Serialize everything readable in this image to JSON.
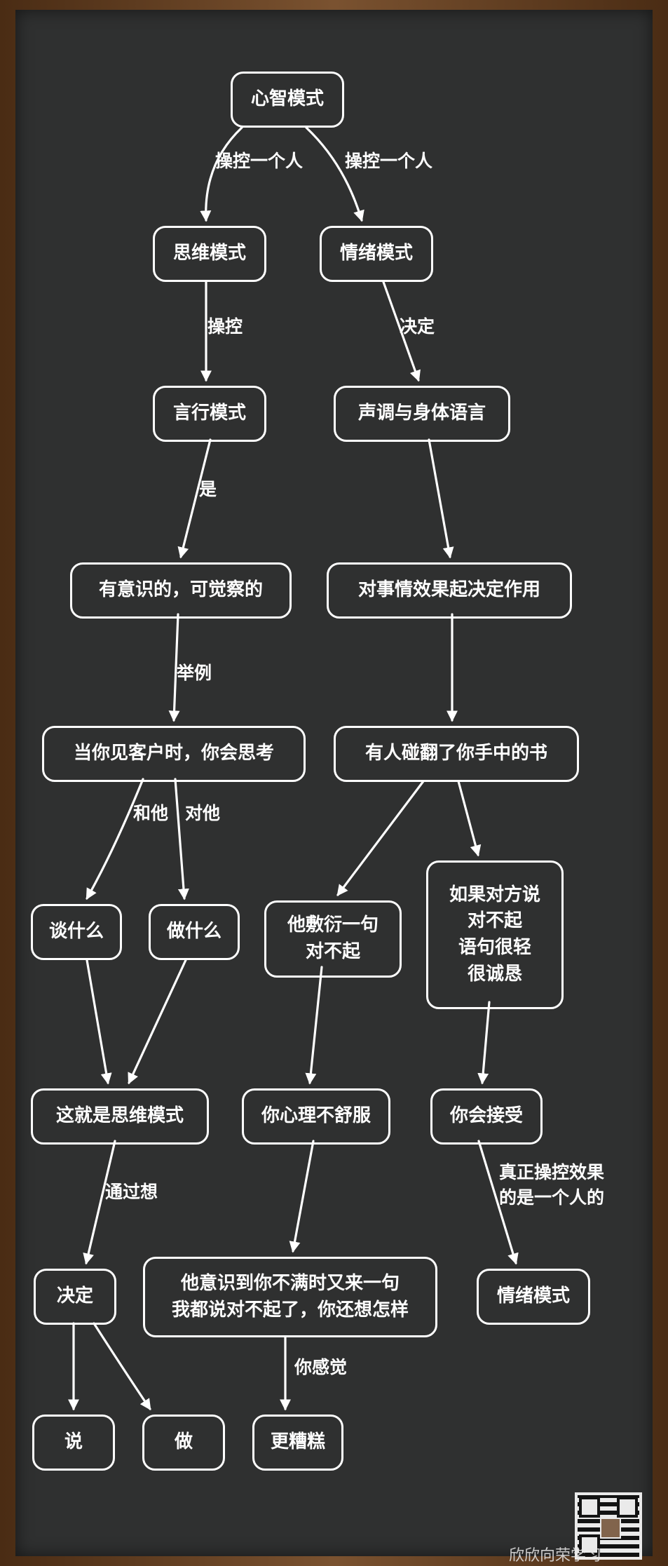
{
  "nodes": {
    "mental_model": "心智模式",
    "thinking_model": "思维模式",
    "emotion_model": "情绪模式",
    "speech_action_model": "言行模式",
    "voice_body_language": "声调与身体语言",
    "conscious_perceivable": "有意识的，可觉察的",
    "decisive_effect": "对事情效果起决定作用",
    "meet_client": "当你见客户时，你会思考",
    "book_knocked": "有人碰翻了你手中的书",
    "talk_what": "谈什么",
    "do_what": "做什么",
    "perfunctory_sorry": "他敷衍一句\n对不起",
    "sincere_sorry": "如果对方说\n对不起\n语句很轻\n很诚恳",
    "this_is_thinking": "这就是思维模式",
    "uncomfortable": "你心理不舒服",
    "you_accept": "你会接受",
    "decide": "决定",
    "he_notices": "他意识到你不满时又来一句\n我都说对不起了，你还想怎样",
    "emotion_model_end": "情绪模式",
    "say": "说",
    "do": "做",
    "worse": "更糟糕"
  },
  "edge_labels": {
    "control_one_person_left": "操控一个人",
    "control_one_person_right": "操控一个人",
    "control": "操控",
    "determine": "决定",
    "is": "是",
    "for_example": "举例",
    "with_him_talk": "和他",
    "with_him_do": "对他",
    "through_thinking": "通过想",
    "truly_controls": "真正操控效果\n的是一个人的",
    "you_feel": "你感觉"
  },
  "watermark": "欣欣向荣学习"
}
